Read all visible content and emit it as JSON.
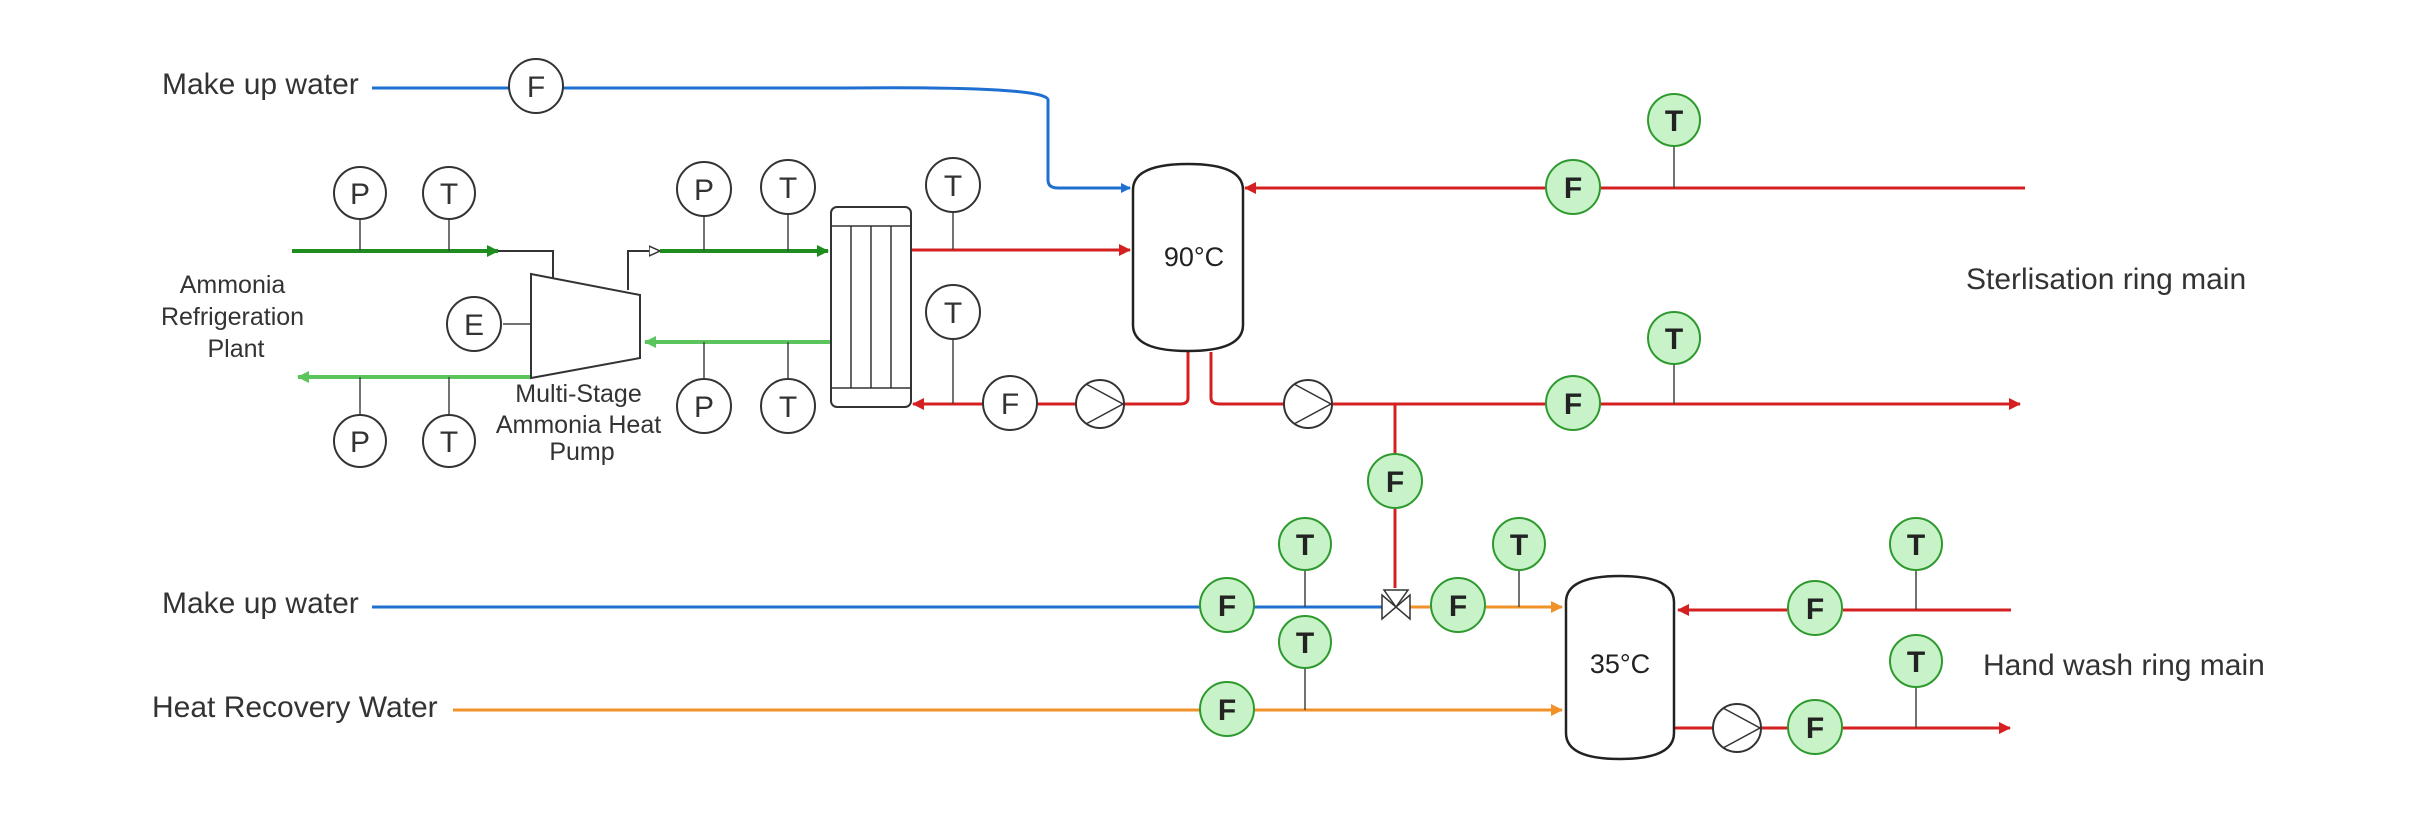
{
  "labels": {
    "makeup_water_top": "Make up water",
    "ammonia_plant": [
      "Ammonia",
      "Refrigeration",
      "Plant"
    ],
    "heat_pump": [
      "Multi-Stage",
      "Ammonia Heat",
      "Pump"
    ],
    "sterilisation": "Sterlisation ring main",
    "makeup_water_bottom": "Make up water",
    "heat_recovery": "Heat Recovery Water",
    "hand_wash": "Hand wash ring main"
  },
  "vessels": {
    "hot_tank": "90°C",
    "warm_tank": "35°C"
  },
  "instruments": {
    "pressure": "P",
    "temperature": "T",
    "flow": "F",
    "energy": "E"
  },
  "colors": {
    "makeup_water": "#1f6fd1",
    "ammonia_supply": "#1e8c1e",
    "ammonia_return": "#5cc45c",
    "hot_water": "#d42020",
    "heat_recovery": "#f0912a",
    "instrument_fill_green": "#c8f2c8",
    "instrument_stroke_green": "#2e9a2e",
    "equipment_stroke": "#333333"
  }
}
